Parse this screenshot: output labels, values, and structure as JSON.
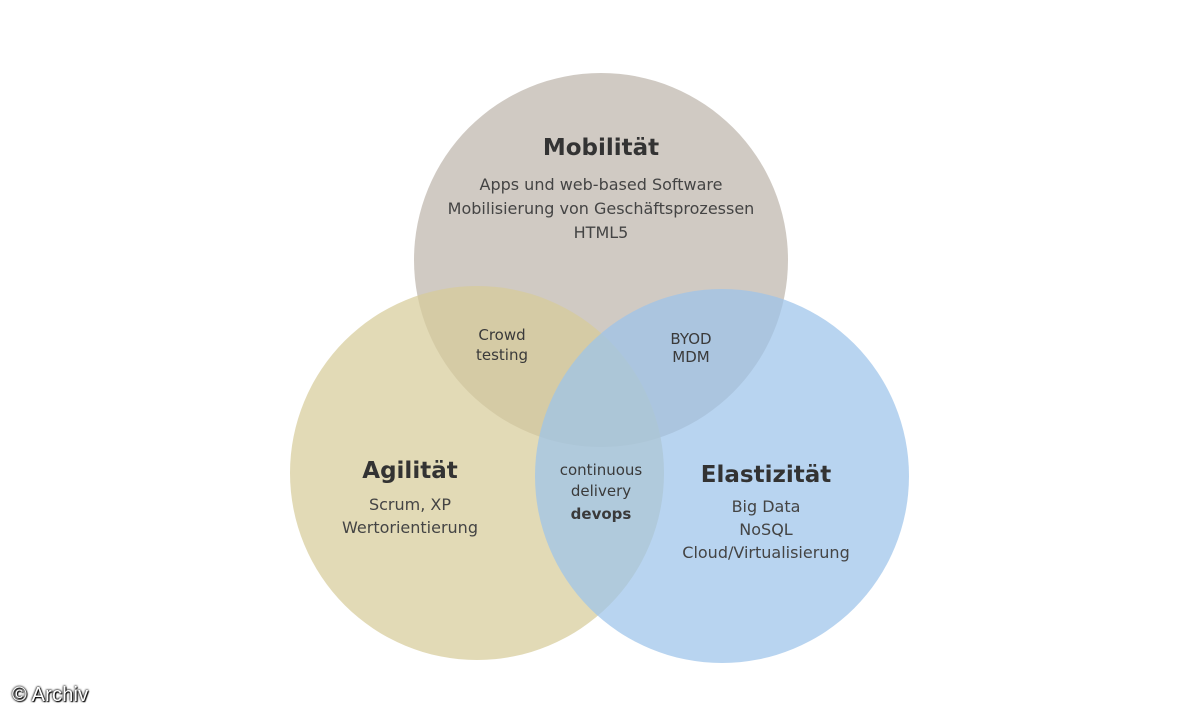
{
  "circles": {
    "top": {
      "title": "Mobilität",
      "items": [
        "Apps und web-based Software",
        "Mobilisierung von Geschäftsprozessen",
        "HTML5"
      ],
      "color": "#b9b1a7"
    },
    "left": {
      "title": "Agilität",
      "items": [
        "Scrum, XP",
        "Wertorientierung"
      ],
      "color": "#d7cc9a"
    },
    "right": {
      "title": "Elastizität",
      "items": [
        "Big Data",
        "NoSQL",
        "Cloud/Virtualisierung"
      ],
      "color": "#9cc4ea"
    }
  },
  "overlaps": {
    "top_left": [
      "Crowd",
      "testing"
    ],
    "top_right": [
      "BYOD",
      "MDM"
    ],
    "left_right": [
      "continuous",
      "delivery",
      "devops"
    ]
  },
  "credit": "© Archiv"
}
